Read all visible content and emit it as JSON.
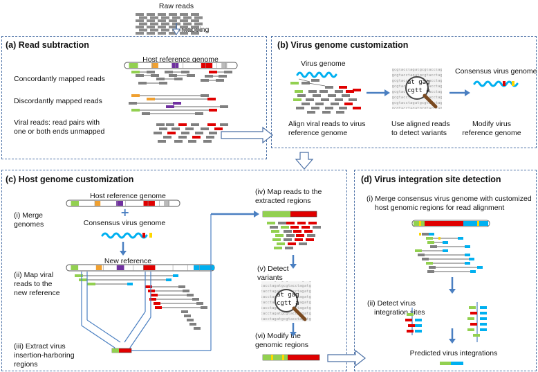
{
  "top": {
    "raw_reads": "Raw reads",
    "mapping": "Mapping"
  },
  "panel_a": {
    "title": "(a) Read subtraction",
    "host_ref": "Host reference genome",
    "concordant": "Concordantly mapped reads",
    "discordant": "Discordantly mapped reads",
    "viral_reads_1": "Viral reads: read pairs with",
    "viral_reads_2": "one or both ends unmapped"
  },
  "panel_b": {
    "title": "(b) Virus genome customization",
    "virus_genome": "Virus genome",
    "consensus": "Consensus virus genome",
    "align_1": "Align viral reads to virus",
    "align_2": "reference genome",
    "use_1": "Use aligned reads",
    "use_2": "to detect variants",
    "modify_1": "Modify virus",
    "modify_2": "reference genome",
    "magnifier_text_1": "at gag",
    "magnifier_text_2": "cgtt a"
  },
  "panel_c": {
    "title": "(c) Host genome customization",
    "host_ref": "Host reference genome",
    "merge_1": "(i) Merge",
    "merge_2": "genomes",
    "consensus": "Consensus virus genome",
    "new_ref": "New reference",
    "map_1": "(ii) Map viral",
    "map_2": "reads to the",
    "map_3": "new reference",
    "extract_1": "(iii) Extract virus",
    "extract_2": "insertion-harboring",
    "extract_3": "regions",
    "map_ext_1": "(iv) Map reads to the",
    "map_ext_2": "extracted regions",
    "detect_1": "(v) Detect",
    "detect_2": "variants",
    "modify_1": "(vi) Modify the",
    "modify_2": "genomic regions"
  },
  "panel_d": {
    "title": "(d) Virus integration site detection",
    "merge_1": "(i) Merge consensus virus genome with customized",
    "merge_2": "host genomic regions for read alignment",
    "detect_1": "(ii) Detect virus",
    "detect_2": "integration sites",
    "predicted": "Predicted virus integrations"
  },
  "colors": {
    "border": "#4a6fa5",
    "arrow": "#4a7fc1",
    "read_gray": "#808080",
    "read_green": "#92d050",
    "read_red": "#e00000",
    "read_orange": "#f0a030",
    "read_purple": "#7030a0",
    "virus_blue": "#00b0f0",
    "virus_yellow": "#ffd700"
  },
  "icons": [
    "magnifier-icon",
    "virus-genome-wave",
    "down-arrow-icon",
    "right-arrow-icon"
  ]
}
